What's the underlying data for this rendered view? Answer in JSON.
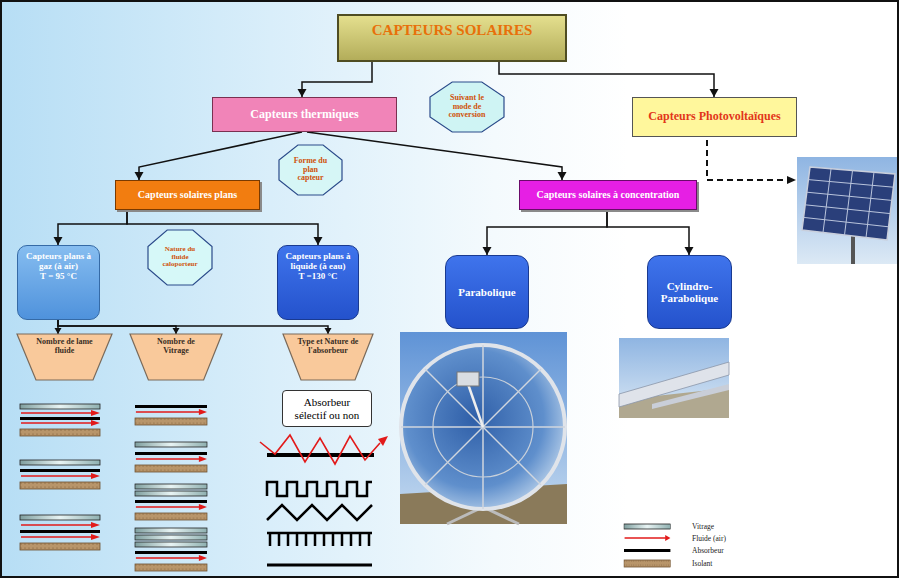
{
  "diagram": {
    "nodes": [
      {
        "text": [
          "CAPTEURS SOLAIRES"
        ]
      },
      {
        "text": [
          "Capteurs thermiques"
        ]
      },
      {
        "text": [
          "Suivant le mode de conversion"
        ]
      },
      {
        "text": [
          "Capteurs Photovoltaïques"
        ]
      },
      {
        "text": [
          "Forme du plan capteur"
        ]
      },
      {
        "text": [
          "Capteurs solaires plans"
        ]
      },
      {
        "text": [
          "Capteurs solaires à concentration"
        ]
      },
      {
        "text": [
          "Capteurs plans à gaz (à air)",
          "T = 95 °C"
        ]
      },
      {
        "text": [
          "Nature du fluide caloporteur"
        ]
      },
      {
        "text": [
          "Capteurs plans à liquide (à eau)",
          "T =130 °C"
        ]
      },
      {
        "text": [
          "Parabolique"
        ]
      },
      {
        "text": [
          "Cylindro-Parabolique"
        ]
      },
      {
        "text": [
          "Nombre de lame fluide"
        ]
      },
      {
        "text": [
          "Nombre de Vitrage"
        ]
      },
      {
        "text": [
          "Type et Nature de l'absorbeur"
        ]
      },
      {
        "text": [
          "Absorbeur sélectif ou non"
        ]
      }
    ],
    "edges": [
      {
        "from": 0,
        "to": 1,
        "arrow": "to"
      },
      {
        "from": 0,
        "to": 3,
        "arrow": "to"
      },
      {
        "from": 1,
        "to": 5,
        "arrow": "to"
      },
      {
        "from": 1,
        "to": 6,
        "arrow": "to"
      },
      {
        "from": 5,
        "to": 7,
        "arrow": "to"
      },
      {
        "from": 5,
        "to": 9,
        "arrow": "to"
      },
      {
        "from": 6,
        "to": 10,
        "arrow": "to"
      },
      {
        "from": 6,
        "to": 11,
        "arrow": "to"
      },
      {
        "from": 7,
        "to": 12,
        "arrow": "to"
      },
      {
        "from": 7,
        "to": 13,
        "arrow": "to"
      },
      {
        "from": 7,
        "to": 14,
        "arrow": "to"
      }
    ],
    "legend": [
      {
        "text": "Vitrage"
      },
      {
        "text": "Fluide (air)"
      },
      {
        "text": "Absorbeur"
      },
      {
        "text": "Isolant"
      }
    ]
  }
}
